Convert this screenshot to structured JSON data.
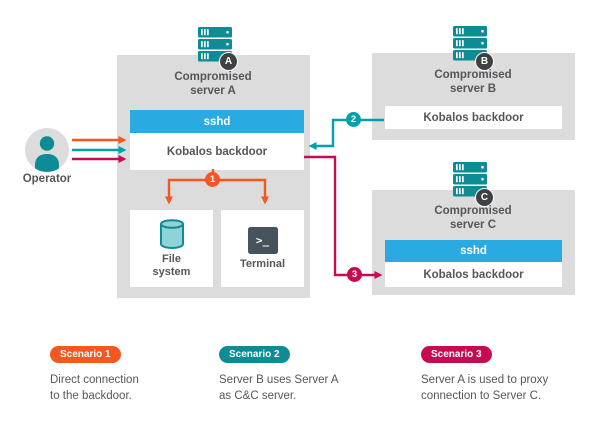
{
  "colors": {
    "teal": "#0d8c96",
    "teal_bright": "#00a0ad",
    "orange": "#f4571f",
    "magenta": "#c70b52",
    "sshd_blue": "#29abe2",
    "panel_gray": "#dcdcdc",
    "text_dark": "#55565a",
    "letter_badge_dark": "#3f4041",
    "terminal_dark": "#47535a"
  },
  "operator": {
    "label": "Operator"
  },
  "server_a": {
    "badge": "A",
    "title_line1": "Compromised",
    "title_line2": "server A",
    "sshd_label": "sshd",
    "backdoor_label": "Kobalos backdoor"
  },
  "server_b": {
    "badge": "B",
    "title_line1": "Compromised",
    "title_line2": "server B",
    "backdoor_label": "Kobalos backdoor"
  },
  "server_c": {
    "badge": "C",
    "title_line1": "Compromised",
    "title_line2": "server C",
    "sshd_label": "sshd",
    "backdoor_label": "Kobalos backdoor"
  },
  "resources": {
    "file_system_line1": "File",
    "file_system_line2": "system",
    "terminal_label": "Terminal",
    "terminal_icon_glyph": ">_"
  },
  "connectors": {
    "scenario1_badge": "1",
    "scenario2_badge": "2",
    "scenario3_badge": "3"
  },
  "legend": {
    "scenario1": {
      "pill": "Scenario 1",
      "text_line1": "Direct connection",
      "text_line2": "to the backdoor."
    },
    "scenario2": {
      "pill": "Scenario 2",
      "text_line1": "Server B uses Server A",
      "text_line2": "as C&C server."
    },
    "scenario3": {
      "pill": "Scenario 3",
      "text_line1": "Server A is used to proxy",
      "text_line2": "connection to Server C."
    }
  }
}
